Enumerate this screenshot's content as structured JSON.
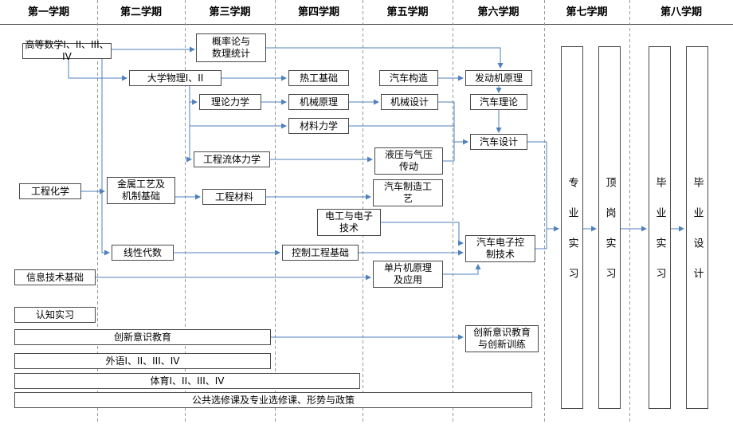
{
  "header": {
    "columns": [
      "第一学期",
      "第二学期",
      "第三学期",
      "第四学期",
      "第五学期",
      "第六学期",
      "第七学期",
      "第八学期"
    ]
  },
  "courses": {
    "advanced_math": {
      "label": "高等数学I、II、III、IV"
    },
    "probability": {
      "label": "概率论与\n数理统计"
    },
    "physics": {
      "label": "大学物理I、II"
    },
    "thermal": {
      "label": "热工基础"
    },
    "auto_structure": {
      "label": "汽车构造"
    },
    "engine_principle": {
      "label": "发动机原理"
    },
    "theoretical_mechanics": {
      "label": "理论力学"
    },
    "mechanism_principle": {
      "label": "机械原理"
    },
    "machine_design": {
      "label": "机械设计"
    },
    "auto_theory": {
      "label": "汽车理论"
    },
    "material_mechanics": {
      "label": "材料力学"
    },
    "auto_design": {
      "label": "汽车设计"
    },
    "fluid_mechanics": {
      "label": "工程流体力学"
    },
    "hydraulic": {
      "label": "液压与气压\n传动"
    },
    "chemistry": {
      "label": "工程化学"
    },
    "metal_tech": {
      "label": "金属工艺及\n机制基础"
    },
    "eng_materials": {
      "label": "工程材料"
    },
    "auto_manufacturing": {
      "label": "汽车制造工\n艺"
    },
    "electrical": {
      "label": "电工与电子\n技术"
    },
    "linear_algebra": {
      "label": "线性代数"
    },
    "control_eng": {
      "label": "控制工程基础"
    },
    "auto_electronics": {
      "label": "汽车电子控\n制技术"
    },
    "mcu": {
      "label": "单片机原理\n及应用"
    },
    "info_tech": {
      "label": "信息技术基础"
    },
    "cognition_practice": {
      "label": "认知实习"
    },
    "innovation_edu": {
      "label": "创新意识教育"
    },
    "innovation_training": {
      "label": "创新意识教育\n与创新训练"
    },
    "foreign_language": {
      "label": "外语I、II、III、IV"
    },
    "physical_edu": {
      "label": "体育I、II、III、IV"
    },
    "electives": {
      "label": "公共选修课及专业选修课、形势与政策"
    }
  },
  "practice_columns": {
    "major_practice": {
      "label": "专业实习"
    },
    "post_practice": {
      "label": "顶岗实习"
    },
    "graduation_practice": {
      "label": "毕业实习"
    },
    "graduation_design": {
      "label": "毕业设计"
    }
  },
  "colors": {
    "arrow": "#4f81bd",
    "box_border": "#4a4a4a",
    "grid_line": "#999999"
  }
}
